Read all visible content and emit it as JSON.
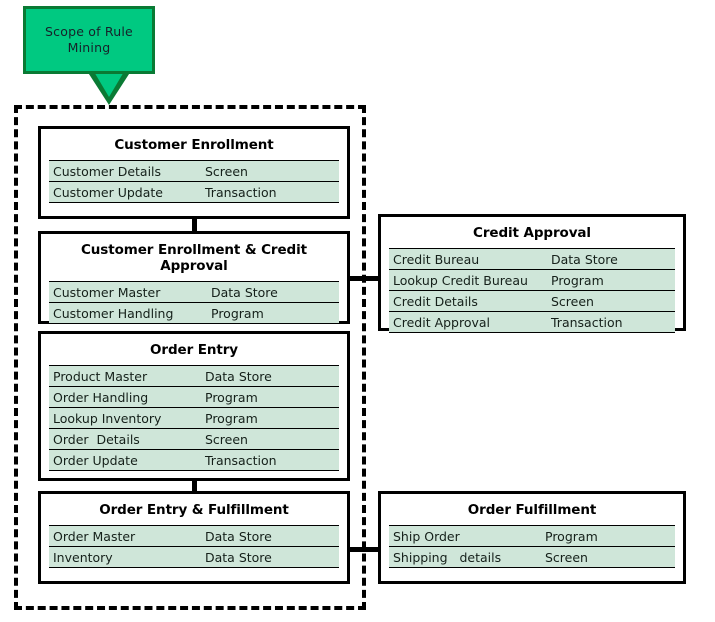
{
  "callout": {
    "label": "Scope of Rule\nMining",
    "fill_color": "#00c981",
    "border_color": "#0a7a34"
  },
  "scope_boundary": {
    "name": "rule-mining-scope",
    "style": "dashed",
    "color": "#000000"
  },
  "colors": {
    "row_fill": "#cfe6d9",
    "box_border": "#000000",
    "background": "#ffffff"
  },
  "boxes": [
    {
      "id": "customer-enrollment",
      "title": "Customer Enrollment",
      "rows": [
        {
          "name": "Customer Details",
          "type": "Screen"
        },
        {
          "name": "Customer Update",
          "type": "Transaction"
        }
      ]
    },
    {
      "id": "customer-enrollment-credit-approval",
      "title": "Customer Enrollment & Credit Approval",
      "rows": [
        {
          "name": "Customer Master",
          "type": "Data Store"
        },
        {
          "name": "Customer Handling",
          "type": "Program"
        }
      ]
    },
    {
      "id": "order-entry",
      "title": "Order Entry",
      "rows": [
        {
          "name": "Product Master",
          "type": "Data Store"
        },
        {
          "name": "Order Handling",
          "type": "Program"
        },
        {
          "name": "Lookup Inventory",
          "type": "Program"
        },
        {
          "name": "Order  Details",
          "type": "Screen"
        },
        {
          "name": "Order Update",
          "type": "Transaction"
        }
      ]
    },
    {
      "id": "order-entry-fulfillment",
      "title": "Order Entry & Fulfillment",
      "rows": [
        {
          "name": "Order Master",
          "type": "Data Store"
        },
        {
          "name": "Inventory",
          "type": "Data Store"
        }
      ]
    },
    {
      "id": "credit-approval",
      "title": "Credit Approval",
      "rows": [
        {
          "name": "Credit Bureau",
          "type": "Data Store"
        },
        {
          "name": "Lookup Credit Bureau",
          "type": "Program"
        },
        {
          "name": "Credit Details",
          "type": "Screen"
        },
        {
          "name": "Credit Approval",
          "type": "Transaction"
        }
      ]
    },
    {
      "id": "order-fulfillment",
      "title": "Order Fulfillment",
      "rows": [
        {
          "name": "Ship Order",
          "type": "Program"
        },
        {
          "name": "Shipping   details",
          "type": "Screen"
        }
      ]
    }
  ]
}
